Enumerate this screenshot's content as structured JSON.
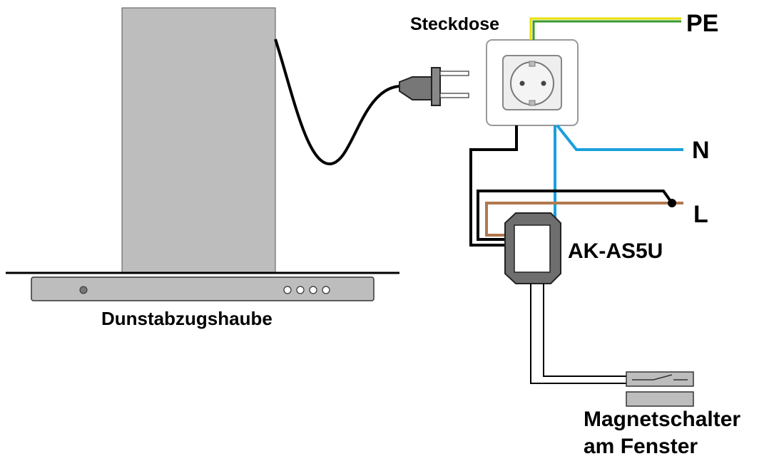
{
  "labels": {
    "hood": "Dunstabzugshaube",
    "socket": "Steckdose",
    "pe": "PE",
    "n": "N",
    "l": "L",
    "module": "AK-AS5U",
    "magnet_line1": "Magnetschalter",
    "magnet_line2": "am Fenster"
  },
  "colors": {
    "pe_wire_green": "#3a9a2a",
    "pe_wire_yellow": "#e6e000",
    "n_wire": "#1aa0dc",
    "l_wire": "#b07850",
    "cable": "#000000",
    "hood_body": "#bdbdbd",
    "module_body": "#6e6e6e"
  }
}
